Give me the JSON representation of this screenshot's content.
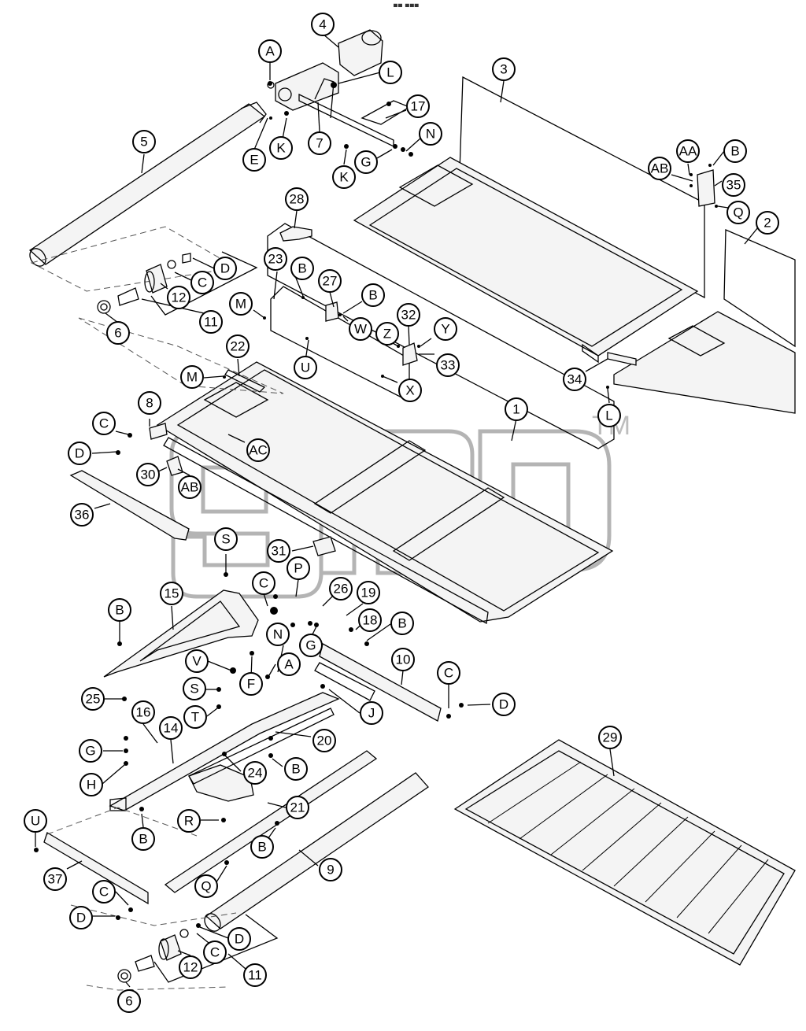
{
  "diagram": {
    "header_mark": "▄▄ ▄▄▄",
    "watermark": {
      "text": "gmgp",
      "tm": "TM"
    },
    "callouts": [
      "4",
      "A",
      "L",
      "17",
      "N",
      "G",
      "K",
      "K",
      "7",
      "E",
      "5",
      "3",
      "AA",
      "B",
      "AB",
      "35",
      "Q",
      "2",
      "28",
      "D",
      "C",
      "12",
      "11",
      "6",
      "23",
      "B",
      "27",
      "B",
      "W",
      "M",
      "32",
      "Z",
      "Y",
      "33",
      "U",
      "X",
      "22",
      "M",
      "34",
      "L",
      "1",
      "8",
      "C",
      "D",
      "AC",
      "30",
      "AB",
      "36",
      "S",
      "31",
      "C",
      "P",
      "26",
      "19",
      "B",
      "15",
      "18",
      "B",
      "N",
      "G",
      "10",
      "V",
      "F",
      "A",
      "C",
      "D",
      "S",
      "T",
      "25",
      "16",
      "14",
      "J",
      "G",
      "20",
      "H",
      "24",
      "B",
      "29",
      "U",
      "R",
      "21",
      "B",
      "B",
      "37",
      "Q",
      "9",
      "C",
      "D",
      "D",
      "C",
      "12",
      "11",
      "6"
    ]
  }
}
